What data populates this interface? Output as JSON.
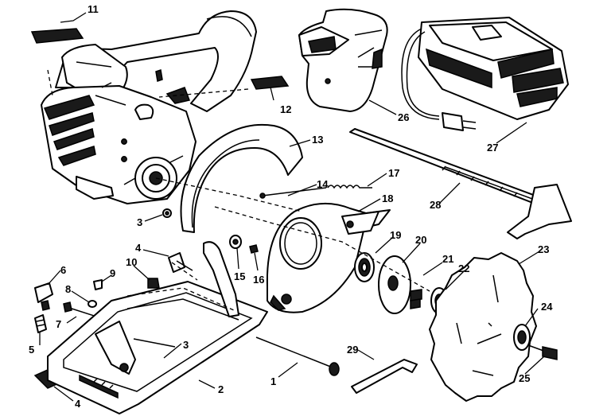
{
  "callouts": [
    {
      "id": "c11",
      "label": "11"
    },
    {
      "id": "c12",
      "label": "12"
    },
    {
      "id": "c26",
      "label": "26"
    },
    {
      "id": "c27",
      "label": "27"
    },
    {
      "id": "c13",
      "label": "13"
    },
    {
      "id": "c14",
      "label": "14"
    },
    {
      "id": "c17",
      "label": "17"
    },
    {
      "id": "c18",
      "label": "18"
    },
    {
      "id": "c28",
      "label": "28"
    },
    {
      "id": "c3a",
      "label": "3"
    },
    {
      "id": "c4a",
      "label": "4"
    },
    {
      "id": "c19",
      "label": "19"
    },
    {
      "id": "c20",
      "label": "20"
    },
    {
      "id": "c23",
      "label": "23"
    },
    {
      "id": "c6",
      "label": "6"
    },
    {
      "id": "c10",
      "label": "10"
    },
    {
      "id": "c9",
      "label": "9"
    },
    {
      "id": "c8",
      "label": "8"
    },
    {
      "id": "c15",
      "label": "15"
    },
    {
      "id": "c16",
      "label": "16"
    },
    {
      "id": "c21",
      "label": "21"
    },
    {
      "id": "c22",
      "label": "22"
    },
    {
      "id": "c7",
      "label": "7"
    },
    {
      "id": "c5",
      "label": "5"
    },
    {
      "id": "c3b",
      "label": "3"
    },
    {
      "id": "c24",
      "label": "24"
    },
    {
      "id": "c29",
      "label": "29"
    },
    {
      "id": "c1",
      "label": "1"
    },
    {
      "id": "c2",
      "label": "2"
    },
    {
      "id": "c25",
      "label": "25"
    },
    {
      "id": "c4b",
      "label": "4"
    }
  ]
}
